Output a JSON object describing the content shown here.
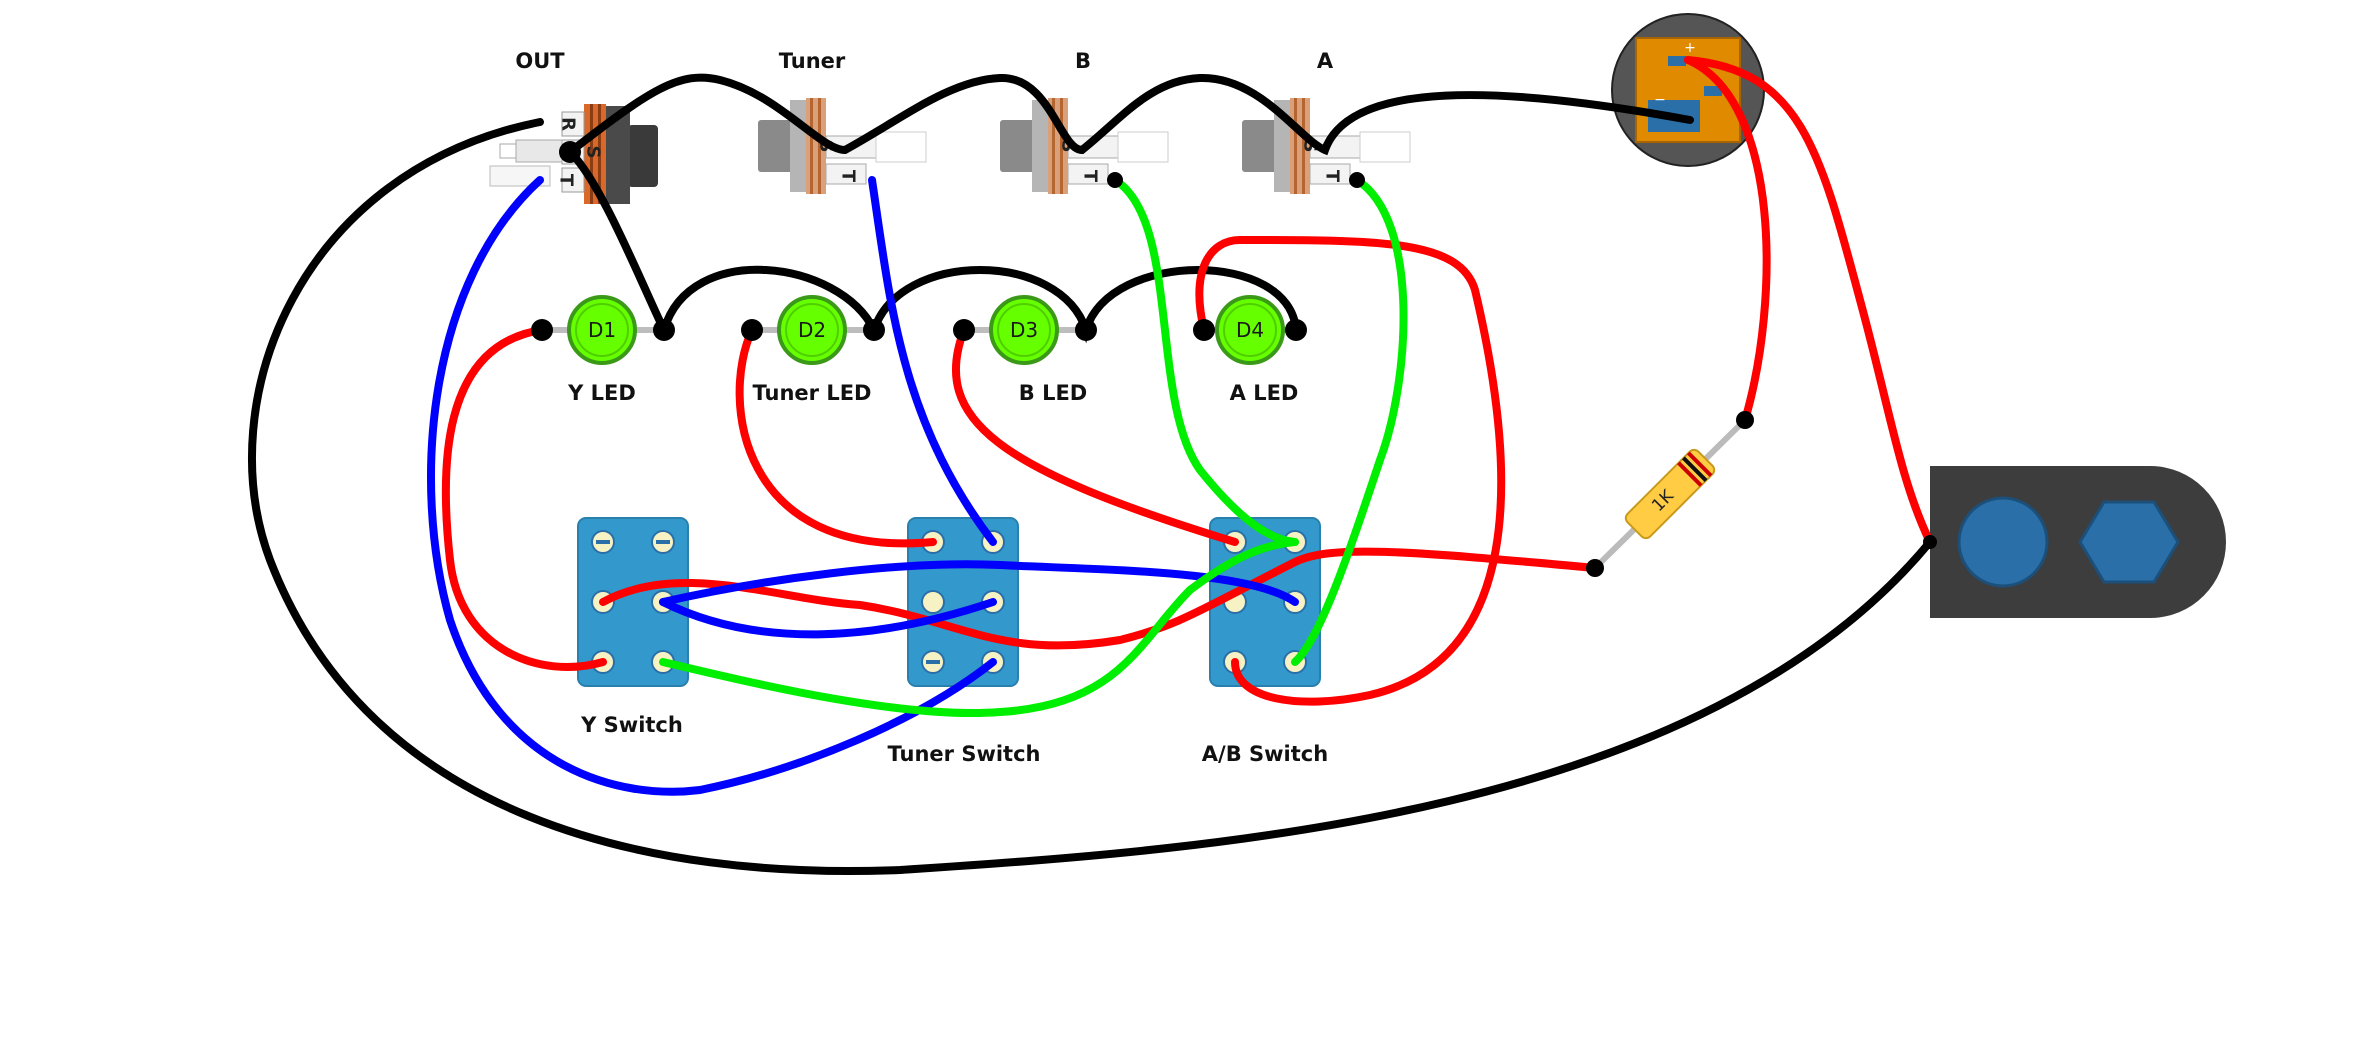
{
  "jacks": {
    "out": {
      "label": "OUT",
      "pins": [
        "R",
        "S",
        "T"
      ]
    },
    "tuner": {
      "label": "Tuner",
      "pins": [
        "S",
        "T"
      ]
    },
    "b": {
      "label": "B",
      "pins": [
        "S",
        "T"
      ]
    },
    "a": {
      "label": "A",
      "pins": [
        "S",
        "T"
      ]
    }
  },
  "leds": [
    {
      "ref": "D1",
      "label": "Y LED"
    },
    {
      "ref": "D2",
      "label": "Tuner LED"
    },
    {
      "ref": "D3",
      "label": "B LED"
    },
    {
      "ref": "D4",
      "label": "A LED"
    }
  ],
  "switches": {
    "y": {
      "label": "Y Switch"
    },
    "tuner": {
      "label": "Tuner Switch"
    },
    "ab": {
      "label": "A/B Switch"
    }
  },
  "resistor": {
    "value": "1K"
  },
  "dc_jack": {
    "plus": "+",
    "minus": "−"
  },
  "colors": {
    "ground_wire": "#000000",
    "power_wire": "#ff0000",
    "signal_wire_blue": "#0000ff",
    "signal_wire_green": "#00ee00",
    "led": "#66ff00",
    "switch_body": "#3399cc",
    "dc_jack": "#e08a00",
    "footswitch_enclosure": "#3d3d3d",
    "resistor_body": "#ffcc44"
  },
  "icons": {
    "footswitch_left": "round-button-icon",
    "footswitch_right": "hexagon-nut-icon"
  }
}
